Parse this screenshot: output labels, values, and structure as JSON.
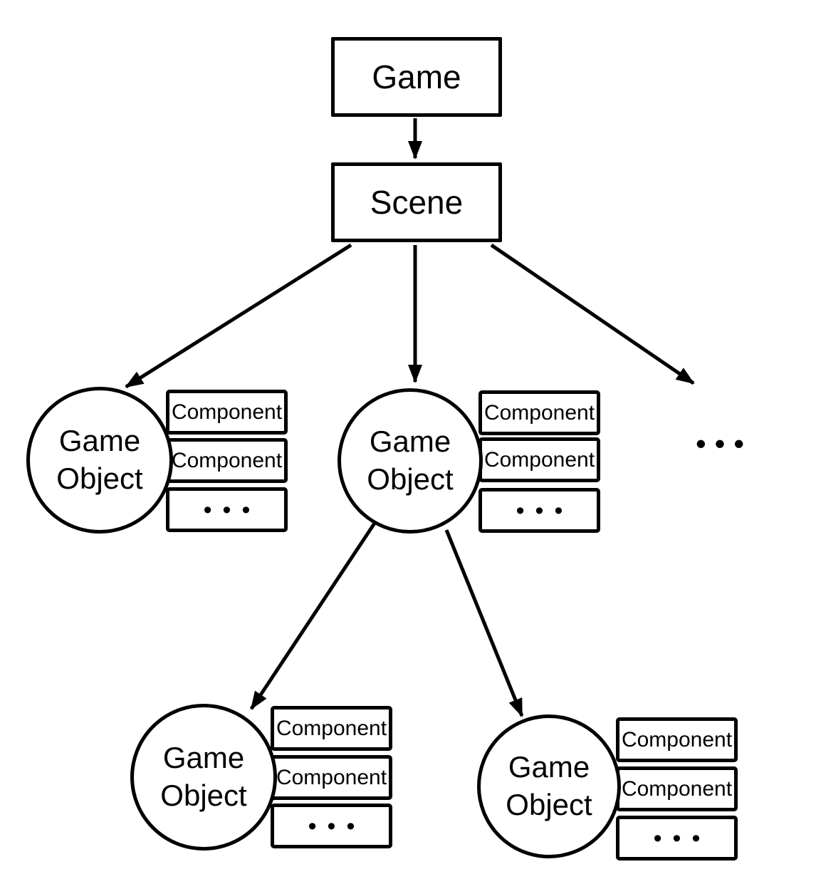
{
  "colors": {
    "stroke": "#000000",
    "background": "#ffffff"
  },
  "diagram": {
    "game": {
      "label": "Game"
    },
    "scene": {
      "label": "Scene"
    },
    "more_objects": "•••",
    "game_objects": [
      {
        "line1": "Game",
        "line2": "Object",
        "components": [
          "Component",
          "Component",
          "•••"
        ]
      },
      {
        "line1": "Game",
        "line2": "Object",
        "components": [
          "Component",
          "Component",
          "•••"
        ]
      },
      {
        "line1": "Game",
        "line2": "Object",
        "components": [
          "Component",
          "Component",
          "•••"
        ]
      },
      {
        "line1": "Game",
        "line2": "Object",
        "components": [
          "Component",
          "Component",
          "•••"
        ]
      }
    ]
  }
}
